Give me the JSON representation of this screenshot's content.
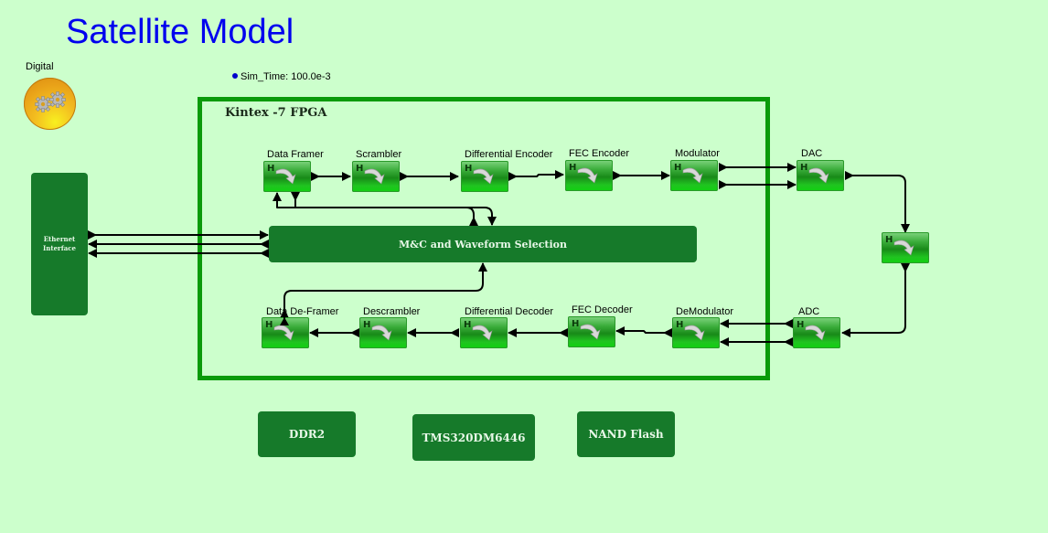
{
  "title": "Satellite Model",
  "digital": {
    "label": "Digital",
    "icon": "gears-icon"
  },
  "sim_time": "Sim_Time: 100.0e-3",
  "fpga": {
    "label": "Kintex -7 FPGA"
  },
  "blocks": {
    "data_framer": "Data Framer",
    "scrambler": "Scrambler",
    "diff_encoder": "Differential Encoder",
    "fec_encoder": "FEC Encoder",
    "modulator": "Modulator",
    "dac": "DAC",
    "channel": "",
    "adc": "ADC",
    "demodulator": "DeModulator",
    "fec_decoder": "FEC Decoder",
    "diff_decoder": "Differential Decoder",
    "descrambler": "Descrambler",
    "data_deframer": "Data De-Framer"
  },
  "block_glyph": "H",
  "ethernet": {
    "line1": "Ethernet",
    "line2": "Interface"
  },
  "mc": "M&C and Waveform Selection",
  "peripherals": {
    "ddr2": "DDR2",
    "tms": "TMS320DM6446",
    "nand": "NAND Flash"
  },
  "colors": {
    "background": "#ccffcc",
    "title": "#0000ee",
    "fpga_border": "#0a9a0a",
    "dark_box": "#167a2a"
  }
}
